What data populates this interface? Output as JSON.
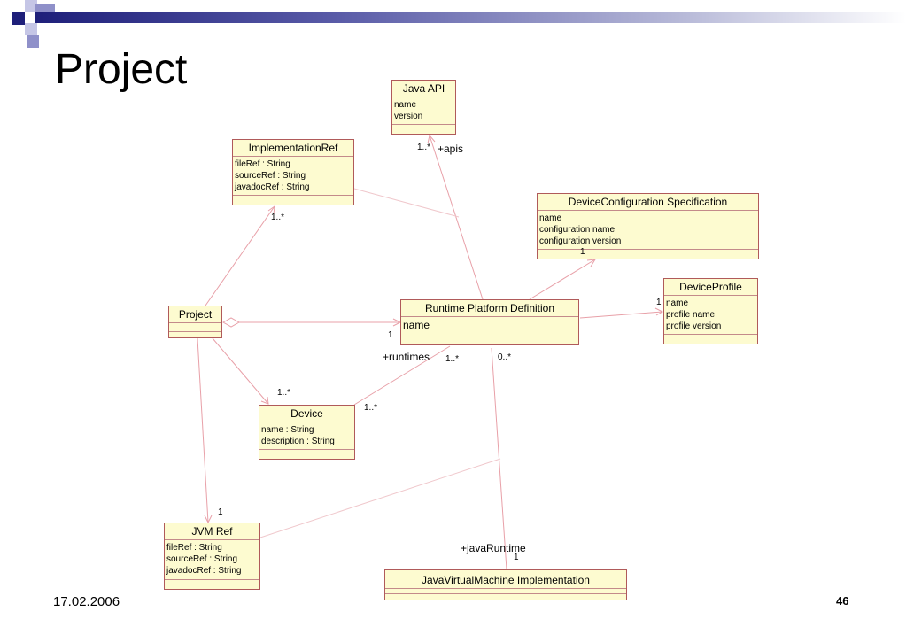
{
  "slide": {
    "title": "Project",
    "date": "17.02.2006",
    "page": "46"
  },
  "colors": {
    "box_fill": "#fdfbd0",
    "box_border": "#b05a5a",
    "link": "#e8a0a8",
    "deco_dark": "#1e1f7a",
    "deco_light": "#8f90c9"
  },
  "classes": {
    "java_api": {
      "name": "Java API",
      "attrs": [
        "name",
        "version"
      ]
    },
    "impl_ref": {
      "name": "ImplementationRef",
      "attrs": [
        "fileRef : String",
        "sourceRef : String",
        "javadocRef : String"
      ]
    },
    "devconf": {
      "name": "DeviceConfiguration Specification",
      "attrs": [
        "name",
        "configuration name",
        "configuration version"
      ]
    },
    "devprofile": {
      "name": "DeviceProfile",
      "attrs": [
        "name",
        "profile name",
        "profile version"
      ]
    },
    "project": {
      "name": "Project",
      "attrs": []
    },
    "rpd": {
      "name": "Runtime Platform Definition",
      "attrs": [
        "name"
      ]
    },
    "device": {
      "name": "Device",
      "attrs": [
        "name : String",
        "description : String"
      ]
    },
    "jvmref": {
      "name": "JVM Ref",
      "attrs": [
        "fileRef : String",
        "sourceRef : String",
        "javadocRef : String"
      ]
    },
    "jvmimpl": {
      "name": "JavaVirtualMachine Implementation",
      "attrs": []
    }
  },
  "labels": {
    "apis_mult": "1..*",
    "apis_role": "+apis",
    "implref_mult": "1..*",
    "devconf_mult": "1",
    "devprofile_mult": "1",
    "rpd_mult": "1",
    "runtimes_role": "+runtimes",
    "runtimes_mult": "1..*",
    "jvm_mult_top": "0..*",
    "device_mult_top": "1..*",
    "device_mult_right": "1..*",
    "jvmref_mult": "1",
    "jvmruntime_role": "+javaRuntime",
    "jvmruntime_mult": "1"
  }
}
